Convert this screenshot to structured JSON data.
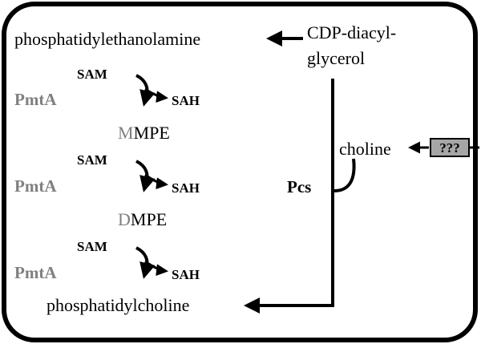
{
  "colors": {
    "stroke": "#000000",
    "enzyme_gray": "#808080",
    "transporter_fill": "#a6a6a6",
    "background": "#ffffff"
  },
  "nodes": {
    "phosphatidylethanolamine": "phosphatidylethanolamine",
    "cdp_line1": "CDP-diacyl-",
    "cdp_line2": "glycerol",
    "mmpe_prefix": "M",
    "mmpe_suffix": "MPE",
    "dmpe_prefix": "D",
    "dmpe_suffix": "MPE",
    "phosphatidylcholine": "phosphatidylcholine",
    "choline": "choline"
  },
  "enzymes": {
    "step1": "PmtA",
    "step2": "PmtA",
    "step3": "PmtA",
    "pcs": "Pcs"
  },
  "methylation_steps": [
    {
      "donor": "SAM",
      "product": "SAH"
    },
    {
      "donor": "SAM",
      "product": "SAH"
    },
    {
      "donor": "SAM",
      "product": "SAH"
    }
  ],
  "transporter": {
    "label": "???"
  }
}
